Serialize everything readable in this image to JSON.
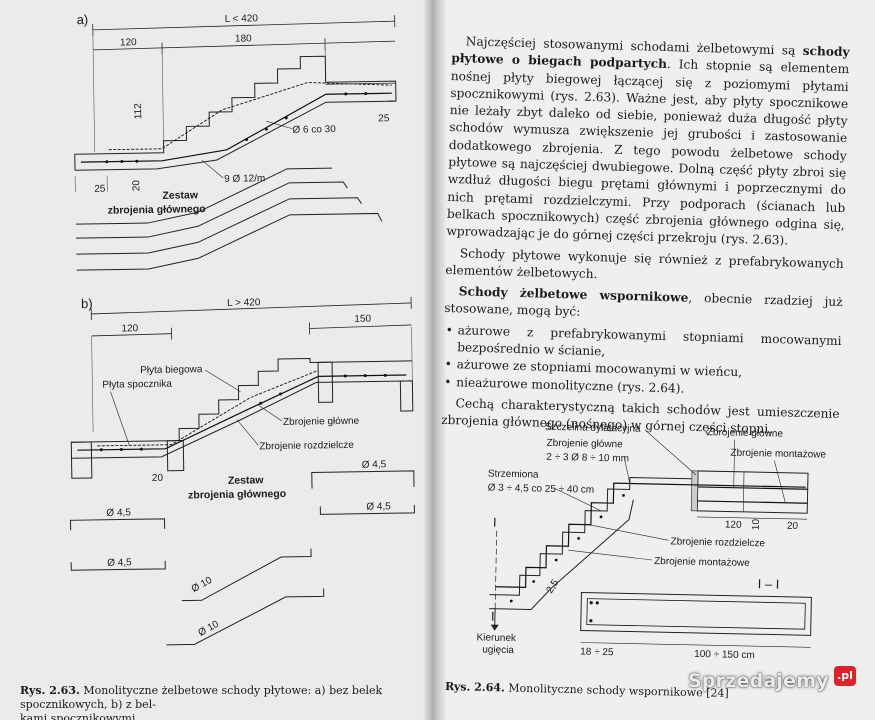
{
  "left_page": {
    "figure_a": {
      "letter": "a)",
      "dim_total": "L < 420",
      "dim_landing": "120",
      "dim_flight": "180",
      "dim_rise": "112",
      "dim_slab_25_right": "25",
      "dim_slab_25_left": "25",
      "dim_20": "20",
      "rebar_top": "Ø 6 co 30",
      "rebar_bottom": "9 Ø 12/m",
      "set_label_line1": "Zestaw",
      "set_label_line2": "zbrojenia głównego"
    },
    "figure_b": {
      "letter": "b)",
      "dim_total": "L > 420",
      "dim_left": "120",
      "dim_right": "150",
      "dim_20": "20",
      "label_flight_slab": "Płyta biegowa",
      "label_landing_slab": "Płyta spocznika",
      "label_main_rebar": "Zbrojenie główne",
      "label_dist_rebar": "Zbrojenie rozdzielcze",
      "set_label_line1": "Zestaw",
      "set_label_line2": "zbrojenia głównego",
      "bar_45_a": "Ø 4,5",
      "bar_45_b": "Ø 4,5",
      "bar_45_c": "Ø 4,5",
      "bar_45_d": "Ø 4,5",
      "bar_10_a": "Ø 10",
      "bar_10_b": "Ø 10"
    },
    "caption_number": "Rys. 2.63.",
    "caption_text": "Monolityczne żelbetowe schody płytowe: a) bez belek spocznikowych, b) z bel-",
    "caption_text_line2": "kami spocznikowymi"
  },
  "right_page": {
    "paragraph1_a": "Najczęściej stosowanymi schodami żelbetowymi są ",
    "paragraph1_bold": "schody płytowe o biegach podpartych",
    "paragraph1_b": ". Ich stopnie są elementem nośnej płyty biegowej łączącej się z poziomymi płytami spocznikowymi (rys. 2.63). Ważne jest, aby płyty spocznikowe nie leżały zbyt daleko od siebie, ponieważ duża długość płyty schodów wymusza zwiększenie jej grubości i zastosowanie dodatkowego zbrojenia. Z tego powodu żelbetowe schody płytowe są najczęściej dwubiegowe. Dolną część płyty zbroi się wzdłuż długości biegu prętami głównymi i poprzecznymi do nich prętami rozdzielczymi. Przy podporach (ścianach lub belkach spocznikowych) część zbrojenia głównego odgina się, wprowadzając je do górnej części przekroju (rys. 2.63).",
    "paragraph2": "Schody płytowe wykonuje się również z prefabrykowanych elementów żelbetowych.",
    "paragraph3_bold": "Schody żelbetowe wspornikowe",
    "paragraph3_rest": ", obecnie rzadziej już stosowane, mogą być:",
    "bullet_symbol": "•",
    "bullets": [
      "ażurowe z prefabrykowanymi stopniami mocowanymi bezpośrednio w ścianie,",
      "ażurowe ze stopniami mocowanymi w wieńcu,",
      "nieażurowe monolityczne (rys. 2.64)."
    ],
    "paragraph4": "Cechą charakterystyczną takich schodów jest umieszczenie zbrojenia głównego (nośnego) w górnej części stopni.",
    "figure_264": {
      "label_gap": "Szczelina dylatacyjna",
      "label_main_rebar_top": "Zbrojenie główne",
      "label_main_rebar_left": "Zbrojenie główne",
      "label_main_rebar_spec": "2 ÷ 3 Ø 8 ÷ 10 mm",
      "label_assembly_rebar_top": "Zbrojenie montażowe",
      "label_stirrup": "Strzemiona",
      "label_stirrup_spec": "Ø 3 ÷ 4,5 co 25 ÷ 40 cm",
      "label_dist_rebar": "Zbrojenie rozdzielcze",
      "label_assembly_rebar": "Zbrojenie montażowe",
      "label_deflection_1": "Kierunek",
      "label_deflection_2": "ugięcia",
      "section_mark_top": "I",
      "section_mark_bottom": "I",
      "section_title": "I – I",
      "dim_120": "120",
      "dim_10": "10",
      "dim_20": "20",
      "dim_25": "2,5",
      "dim_18_25": "18 ÷ 25",
      "dim_100_150": "100 ÷ 150 cm"
    },
    "caption_number": "Rys. 2.64.",
    "caption_text": "Monolityczne schody wspornikowe [24]"
  },
  "watermark": {
    "text": "Sprzedajemy",
    "badge": ".pl"
  }
}
